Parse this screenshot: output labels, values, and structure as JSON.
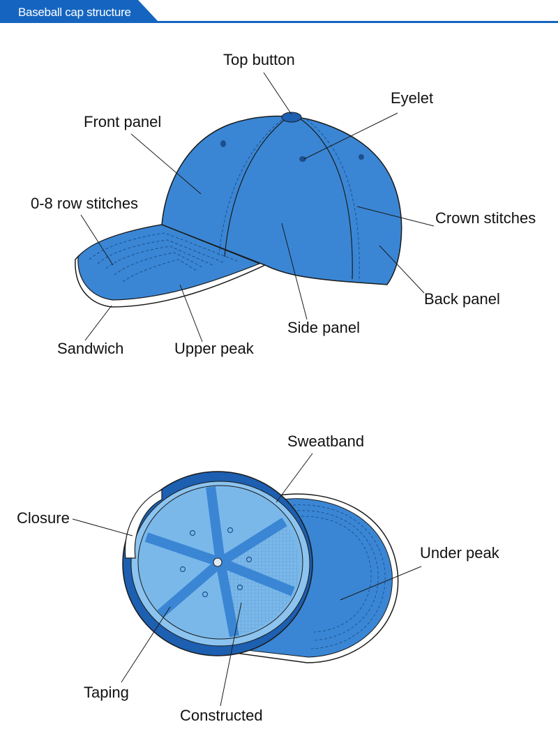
{
  "header": {
    "title": "Baseball cap structure"
  },
  "colors": {
    "accent": "#1565c0",
    "cap_blue": "#3a86d4",
    "cap_dark": "#1d5fb0",
    "inner_light": "#7ab8ea"
  },
  "labels": {
    "top_button": "Top button",
    "eyelet": "Eyelet",
    "front_panel": "Front panel",
    "row_stitches": "0-8 row stitches",
    "crown_stitches": "Crown stitches",
    "back_panel": "Back panel",
    "sandwich": "Sandwich",
    "upper_peak": "Upper peak",
    "side_panel": "Side panel",
    "sweatband": "Sweatband",
    "closure": "Closure",
    "under_peak": "Under peak",
    "taping": "Taping",
    "constructed": "Constructed"
  }
}
